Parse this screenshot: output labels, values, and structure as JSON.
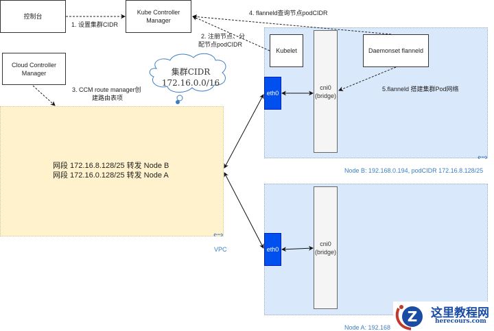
{
  "boxes": {
    "console": "控制台",
    "kube_controller_manager": "Kube Controller Manager",
    "cloud_controller_manager": "Cloud Controller Manager",
    "kubelet": "Kubelet",
    "daemonset_flanneld": "Daemonset flanneld"
  },
  "steps": {
    "step1": "1. 设置集群CIDR",
    "step2_line1": "2. 注册节点、分",
    "step2_line2": "配节点podCIDR",
    "step3_line1": "3. CCM route manager创",
    "step3_line2": "建路由表项",
    "step4": "4. flanneld查询节点podCIDR",
    "step5": "5.flanneld 搭建集群Pod网络"
  },
  "cloud": {
    "line1": "集群CIDR",
    "line2": "172.16.0.0/16"
  },
  "vpc": {
    "route1": "网段 172.16.8.128/25 转发 Node B",
    "route2": "网段 172.16.0.128/25 转发 Node A",
    "label": "VPC",
    "icon": "vpc-icon"
  },
  "node_b": {
    "eth0": "eth0",
    "bridge_line1": "cni0",
    "bridge_line2": "(bridge)",
    "caption": "Node B: 192.168.0.194, podCIDR 172.16.8.128/25",
    "icon": "vpc-icon"
  },
  "node_a": {
    "eth0": "eth0",
    "bridge_line1": "cni0",
    "bridge_line2": "(bridge)",
    "caption": "Node A: 192.168"
  },
  "watermark": {
    "title": "这里教程网",
    "subtitle": "herecours.com",
    "logo_letter": "Z"
  },
  "colors": {
    "node_region": "#dae8fc",
    "vpc_region": "#fff2cc",
    "eth0": "#0050ef",
    "caption_blue": "#3b7dc4"
  }
}
